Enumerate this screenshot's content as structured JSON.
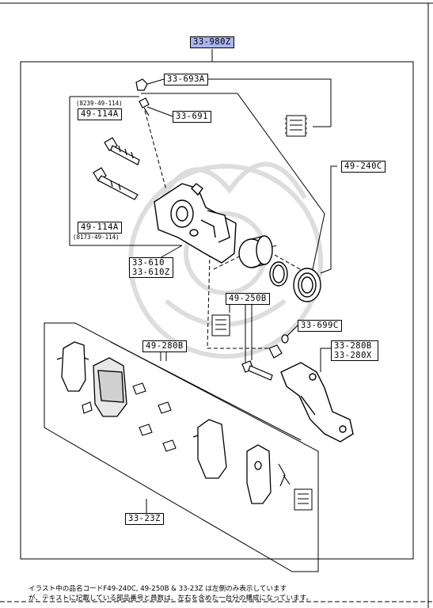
{
  "diagram": {
    "top_label": "33-980Z",
    "labels": {
      "l693": "33-693A",
      "l691": "33-691",
      "l240": "49-240C",
      "l114_top_code": "(8239-49-114)",
      "l114_top": "49-114A",
      "l114_bot": "49-114A",
      "l114_bot_code": "(8173-49-114)",
      "l610_1": "33-610",
      "l610_2": "33-610Z",
      "l250": "49-250B",
      "l699": "33-699C",
      "l280_1": "33-280B",
      "l280_2": "33-280X",
      "l280b": "49-280B",
      "l23z": "33-23Z"
    },
    "note_line1": "イラスト中の品名コードF49-240C, 49-250B & 33-23Z は左側のみ表示しています",
    "note_line2": "が、テキストに記載している部品番号と員数は、左右を含めた一台分の構成になっています。"
  }
}
